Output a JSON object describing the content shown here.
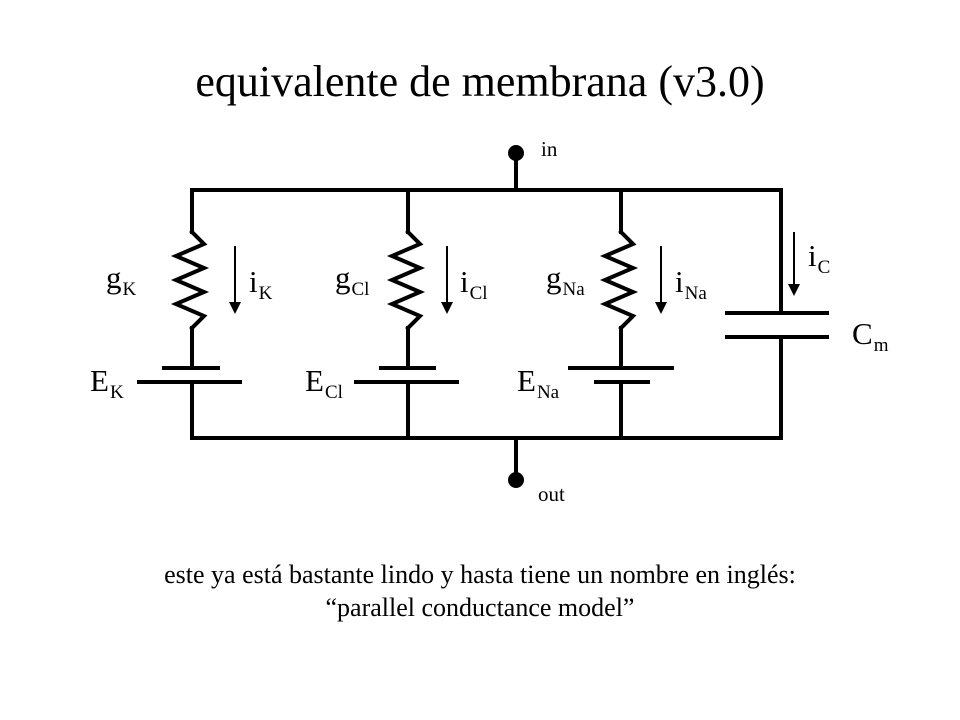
{
  "title": "equivalente de membrana (v3.0)",
  "terminals": {
    "in": "in",
    "out": "out"
  },
  "branches": {
    "k": {
      "g": "g",
      "g_sub": "K",
      "i": "i",
      "i_sub": "K",
      "e": "E",
      "e_sub": "K"
    },
    "cl": {
      "g": "g",
      "g_sub": "Cl",
      "i": "i",
      "i_sub": "Cl",
      "e": "E",
      "e_sub": "Cl"
    },
    "na": {
      "g": "g",
      "g_sub": "Na",
      "i": "i",
      "i_sub": "Na",
      "e": "E",
      "e_sub": "Na"
    },
    "cap": {
      "i": "i",
      "i_sub": "C",
      "c": "C",
      "c_sub": "m"
    }
  },
  "caption": {
    "line1": "este ya está bastante lindo y hasta tiene un nombre en inglés:",
    "line2": "“parallel conductance model”"
  }
}
